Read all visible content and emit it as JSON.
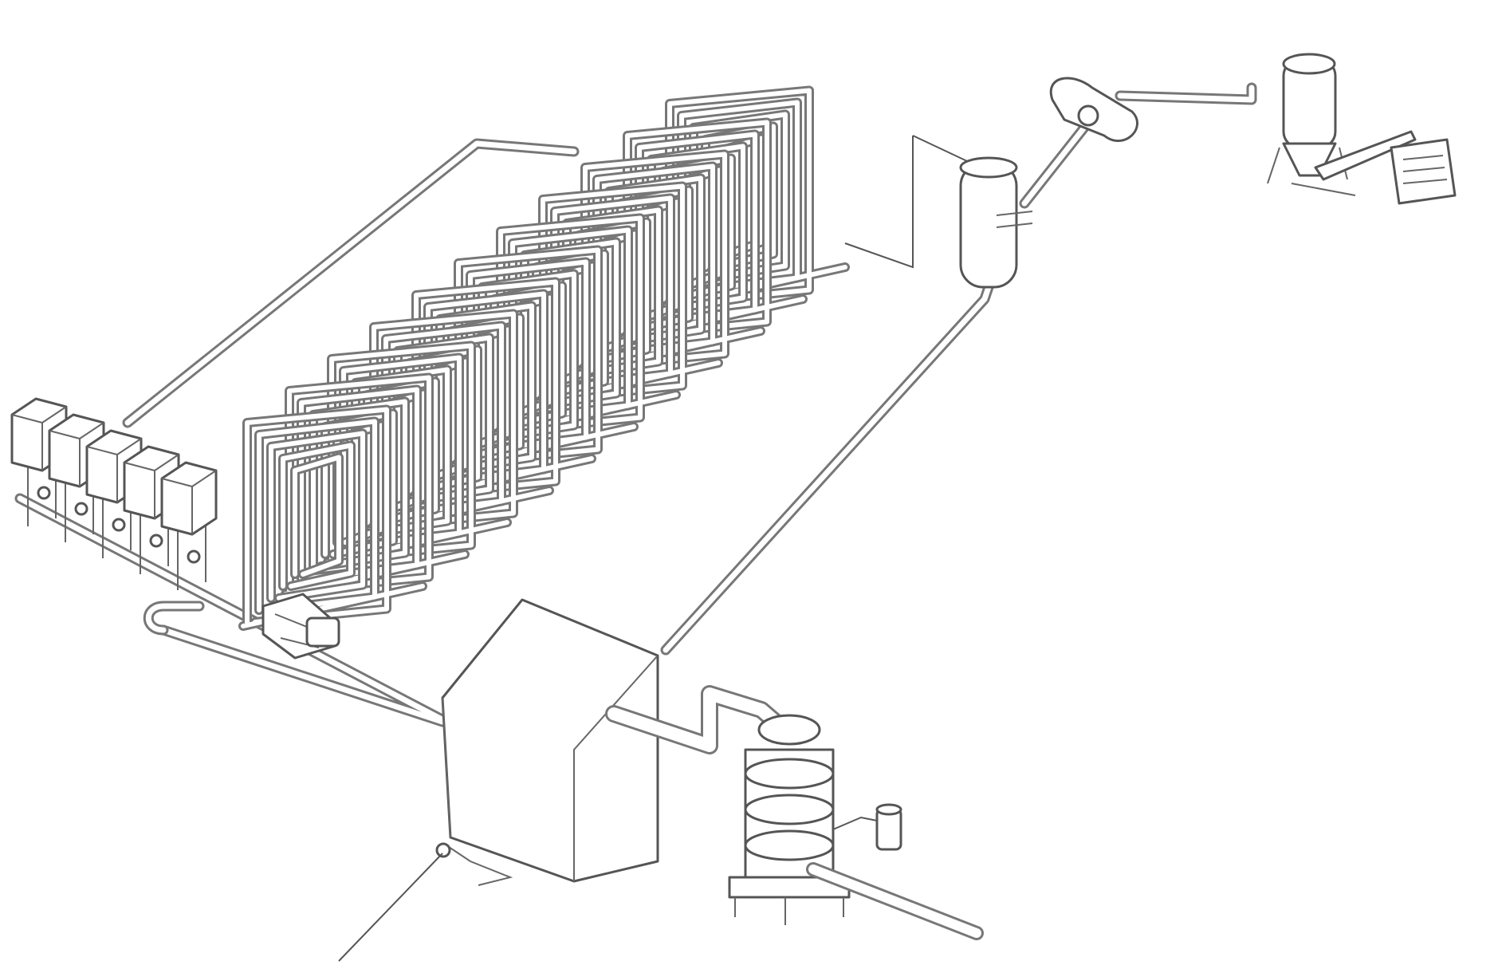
{
  "diagram": {
    "style": "isometric patent line drawing",
    "colors": {
      "line": "#555555",
      "pipe_outline": "#777777",
      "background": "#ffffff"
    },
    "components": [
      {
        "id": "tank-bank",
        "kind": "tank-row",
        "count": 5
      },
      {
        "id": "coil-array",
        "kind": "spiral-pipe-coils",
        "count": 11
      },
      {
        "id": "pump",
        "kind": "pump-motor"
      },
      {
        "id": "main-chamber",
        "kind": "box-chamber"
      },
      {
        "id": "vertical-tank",
        "kind": "vertical-cylinder"
      },
      {
        "id": "horizontal-tank",
        "kind": "horizontal-cylinder"
      },
      {
        "id": "hopper-unit",
        "kind": "hopper-with-conveyor"
      },
      {
        "id": "separator",
        "kind": "stacked-cyclone-separator"
      },
      {
        "id": "collector-can",
        "kind": "small-canister"
      }
    ]
  }
}
